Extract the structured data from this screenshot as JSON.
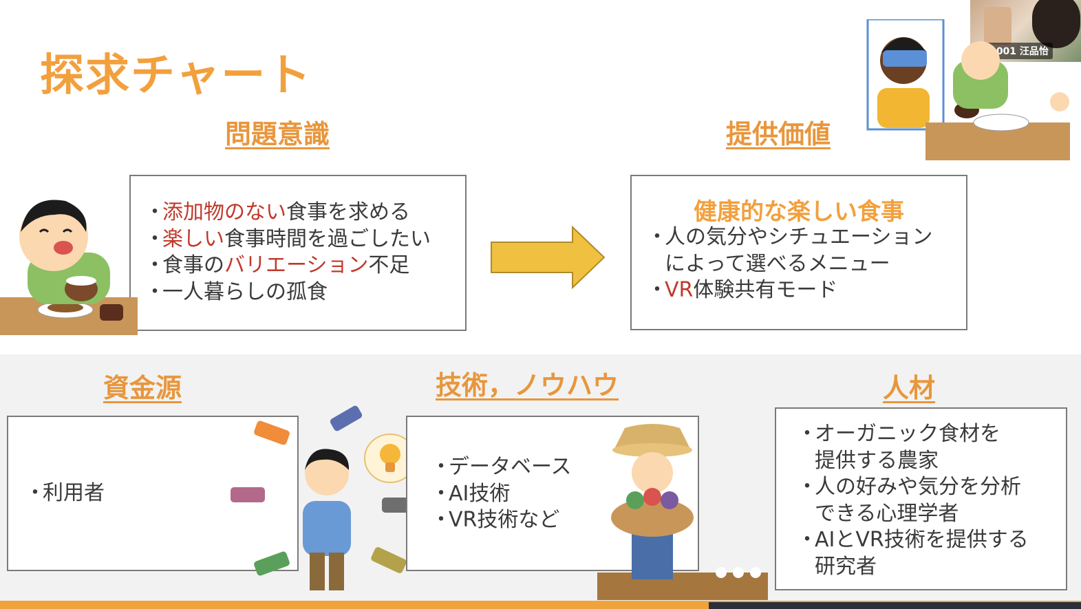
{
  "slide": {
    "title": "探求チャート"
  },
  "sections": {
    "problem": {
      "heading": "問題意識",
      "items": [
        {
          "highlight": "添加物のない",
          "rest": "食事を求める"
        },
        {
          "highlight": "楽しい",
          "rest": "食事時間を過ごしたい"
        },
        {
          "pre": "食事の",
          "highlight": "バリエーション",
          "rest": "不足"
        },
        {
          "plain": "一人暮らしの孤食"
        }
      ]
    },
    "value": {
      "heading": "提供価値",
      "subtitle": "健康的な楽しい食事",
      "items": [
        {
          "line1": "人の気分やシチュエーション",
          "line2": "によって選べるメニュー"
        },
        {
          "highlight": "VR",
          "rest": "体験共有モード"
        }
      ]
    },
    "funding": {
      "heading": "資金源",
      "items": [
        "利用者"
      ]
    },
    "tech": {
      "heading": "技術，ノウハウ",
      "items": [
        "データベース",
        "AI技術",
        "VR技術など"
      ]
    },
    "talent": {
      "heading": "人材",
      "items": [
        {
          "line1": "オーガニック食材を",
          "line2": "提供する農家"
        },
        {
          "line1": "人の好みや気分を分析",
          "line2": "できる心理学者"
        },
        {
          "line1": "AIとVR技術を提供する",
          "line2": "研究者"
        }
      ]
    }
  },
  "video": {
    "participant_name": "s21001 汪品怡"
  },
  "colors": {
    "title_orange": "#f2a03d",
    "heading_orange": "#e8963c",
    "highlight_red": "#c0392b",
    "arrow_fill": "#f0c040",
    "band_bg": "#f2f2f2"
  },
  "icons": [
    "eating-boy-illustration",
    "vr-headset-dining-illustration",
    "right-arrow-icon",
    "investor-money-illustration",
    "lightbulb-icon",
    "farmer-vegetables-illustration"
  ]
}
